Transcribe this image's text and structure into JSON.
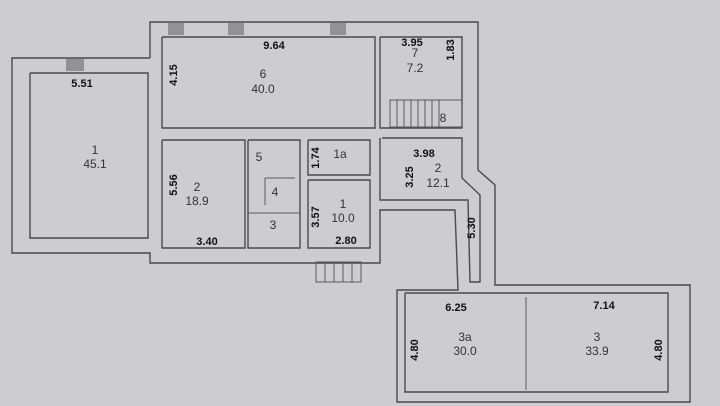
{
  "rooms": [
    {
      "id": "1",
      "area": "45.1"
    },
    {
      "id": "6",
      "area": "40.0"
    },
    {
      "id": "2",
      "area": "18.9"
    },
    {
      "id": "5"
    },
    {
      "id": "4"
    },
    {
      "id": "3"
    },
    {
      "id": "1а"
    },
    {
      "id": "1",
      "area": "10.0"
    },
    {
      "id": "7",
      "area": "7.2"
    },
    {
      "id": "8"
    },
    {
      "id": "2",
      "area": "12.1"
    },
    {
      "id": "3а",
      "area": "30.0"
    },
    {
      "id": "3",
      "area": "33.9"
    }
  ],
  "dimensions": {
    "d551": "5.51",
    "d964": "9.64",
    "d415": "4.15",
    "d556": "5.56",
    "d340": "3.40",
    "d174": "1.74",
    "d357": "3.57",
    "d280": "2.80",
    "d395": "3.95",
    "d183": "1.83",
    "d398": "3.98",
    "d325": "3.25",
    "d530": "5.30",
    "d625": "6.25",
    "d714": "7.14",
    "d480a": "4.80",
    "d480b": "4.80"
  }
}
